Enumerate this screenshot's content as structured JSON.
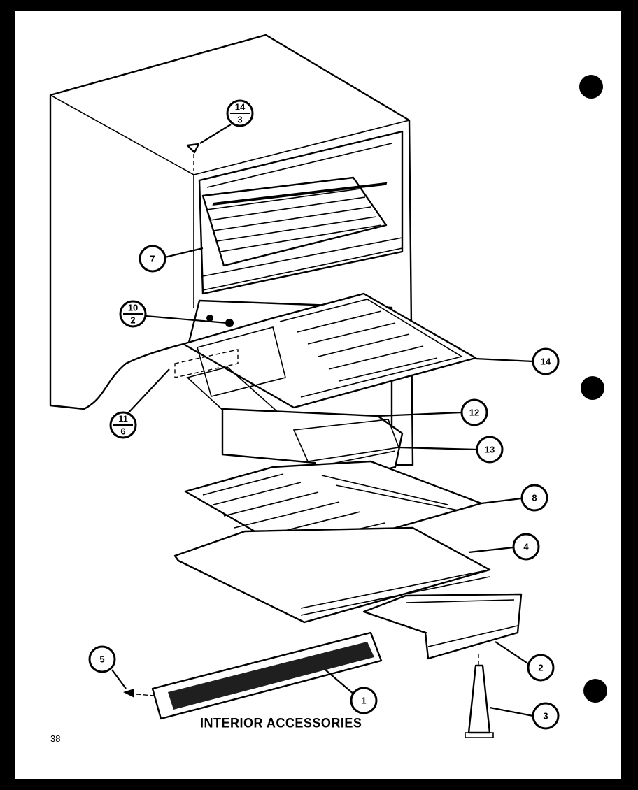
{
  "caption": "INTERIOR ACCESSORIES",
  "page_number": "38",
  "callouts": {
    "c1": "1",
    "c2": "2",
    "c3": "3",
    "c4": "4",
    "c5": "5",
    "c7": "7",
    "c8": "8",
    "c12": "12",
    "c13": "13",
    "c14": "14",
    "c10_2": {
      "top": "10",
      "bottom": "2"
    },
    "c11_6": {
      "top": "11",
      "bottom": "6"
    },
    "c14_3": {
      "top": "14",
      "bottom": "3"
    }
  }
}
